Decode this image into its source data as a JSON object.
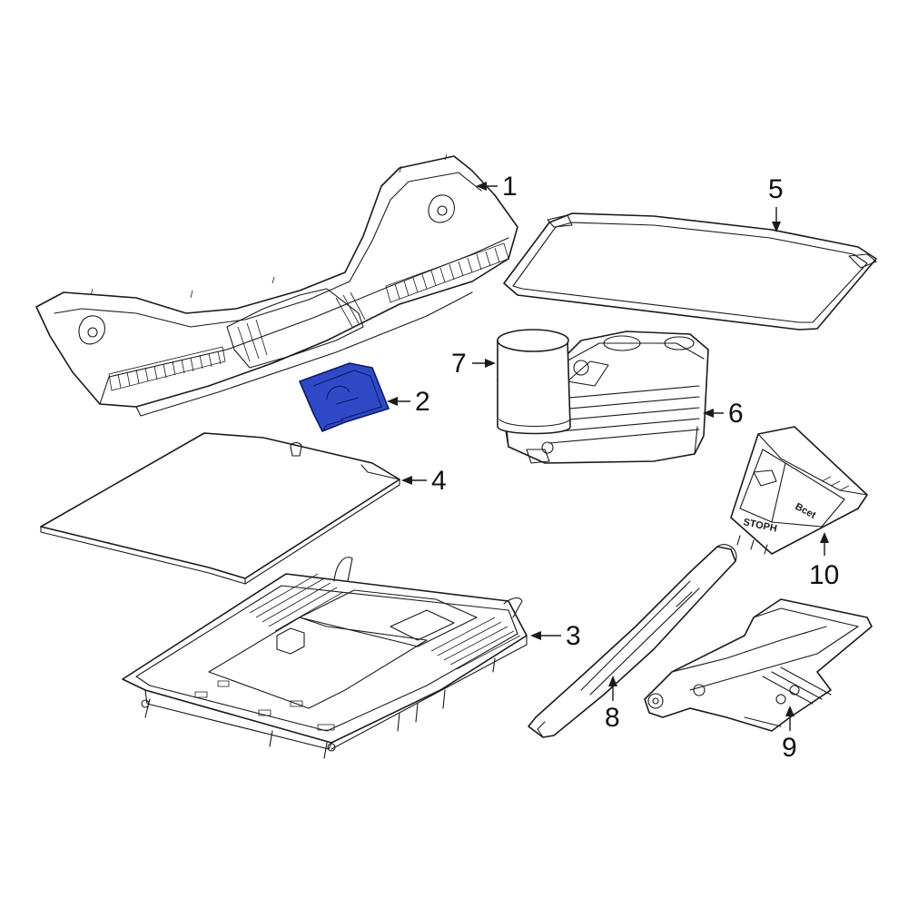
{
  "diagram": {
    "callouts": [
      "1",
      "2",
      "3",
      "4",
      "5",
      "6",
      "7",
      "8",
      "9",
      "10"
    ],
    "highlighted_part": "2",
    "highlight_color": "#2f49c6",
    "part_text": {
      "chock_label_top": "Bcet",
      "chock_label_bottom": "STOPH"
    }
  }
}
